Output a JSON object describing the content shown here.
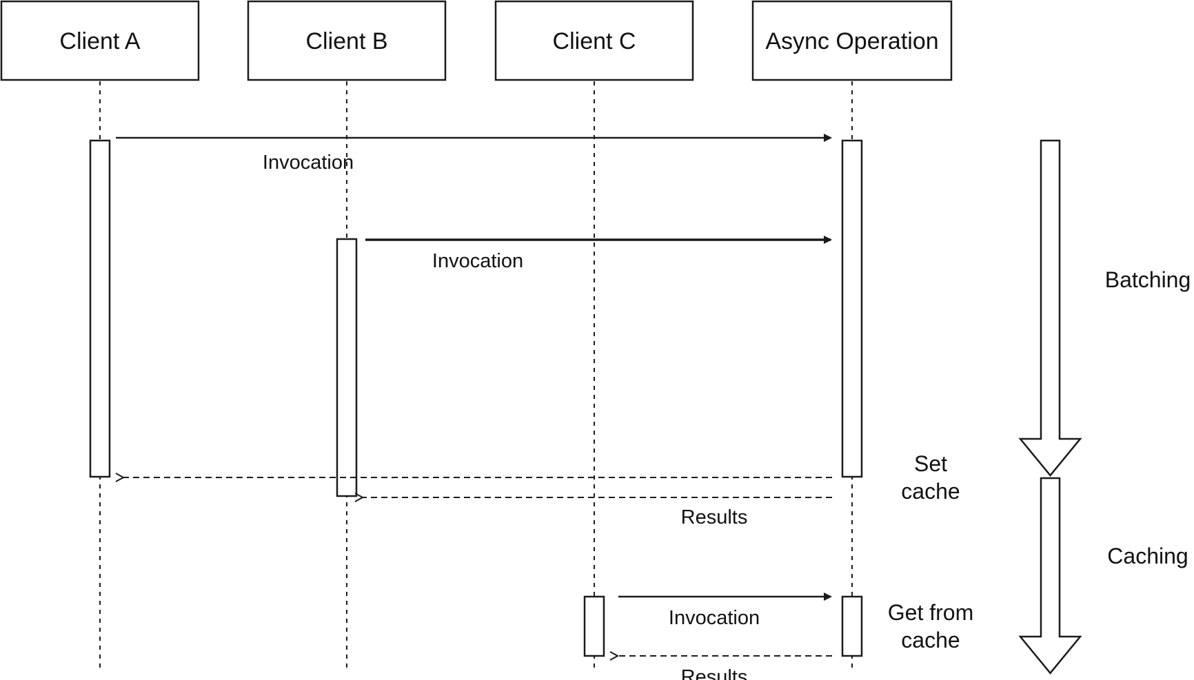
{
  "participants": [
    {
      "id": "a",
      "label": "Client A"
    },
    {
      "id": "b",
      "label": "Client B"
    },
    {
      "id": "c",
      "label": "Client C"
    },
    {
      "id": "op",
      "label": "Async Operation"
    }
  ],
  "messages": [
    {
      "id": "inv-a",
      "from": "a",
      "to": "op",
      "kind": "call",
      "label": "Invocation"
    },
    {
      "id": "inv-b",
      "from": "b",
      "to": "op",
      "kind": "call",
      "label": "Invocation"
    },
    {
      "id": "res-a",
      "from": "op",
      "to": "a",
      "kind": "return",
      "label": ""
    },
    {
      "id": "res-b",
      "from": "op",
      "to": "b",
      "kind": "return",
      "label": "Results"
    },
    {
      "id": "inv-c",
      "from": "c",
      "to": "op",
      "kind": "call",
      "label": "Invocation"
    },
    {
      "id": "res-c",
      "from": "op",
      "to": "c",
      "kind": "return",
      "label": "Results"
    }
  ],
  "notes": [
    {
      "id": "set-cache",
      "lines": [
        "Set",
        "cache"
      ]
    },
    {
      "id": "get-from-cache",
      "lines": [
        "Get from",
        "cache"
      ]
    }
  ],
  "phases": [
    {
      "id": "batching",
      "label": "Batching"
    },
    {
      "id": "caching",
      "label": "Caching"
    }
  ],
  "colors": {
    "line": "#1a1a1a",
    "background": "#ffffff"
  }
}
